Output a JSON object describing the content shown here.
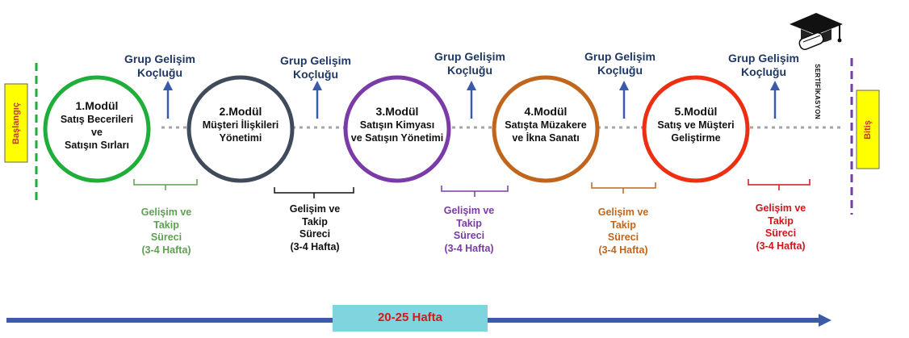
{
  "start_label": "Başlangıç",
  "end_label": "Bitiş",
  "certificate_label": "SERTİFİKASYON",
  "duration_label": "20-25 Hafta",
  "coaching_label_line1": "Grup Gelişim",
  "coaching_label_line2": "Koçluğu",
  "modules": [
    {
      "title": "1.Modül",
      "line1": "Satış Becerileri",
      "line2": "ve",
      "line3": "Satışın Sırları",
      "color": "#1fae3a"
    },
    {
      "title": "2.Modül",
      "line1": "Müşteri İlişkileri",
      "line2": "Yönetimi",
      "line3": "",
      "color": "#3f4a5a"
    },
    {
      "title": "3.Modül",
      "line1": "Satışın Kimyası",
      "line2": "ve Satışın Yönetimi",
      "line3": "",
      "color": "#7a3aa8"
    },
    {
      "title": "4.Modül",
      "line1": "Satışta Müzakere",
      "line2": "ve İkna Sanatı",
      "line3": "",
      "color": "#c2651c"
    },
    {
      "title": "5.Modül",
      "line1": "Satış ve Müşteri",
      "line2": "Geliştirme",
      "line3": "",
      "color": "#ee2e10"
    }
  ],
  "follow_up": [
    {
      "line1": "Gelişim ve",
      "line2": "Takip",
      "line3": "Süreci",
      "line4": "(3-4 Hafta)",
      "color": "#5fa052"
    },
    {
      "line1": "Gelişim ve",
      "line2": "Takip",
      "line3": "Süreci",
      "line4": "(3-4 Hafta)",
      "color": "#111111"
    },
    {
      "line1": "Gelişim ve",
      "line2": "Takip",
      "line3": "Süreci",
      "line4": "(3-4 Hafta)",
      "color": "#7a3aa8"
    },
    {
      "line1": "Gelişim ve",
      "line2": "Takip",
      "line3": "Süreci",
      "line4": "(3-4 Hafta)",
      "color": "#c2651c"
    },
    {
      "line1": "Gelişim ve",
      "line2": "Takip",
      "line3": "Süreci",
      "line4": "(3-4 Hafta)",
      "color": "#d4141c"
    }
  ],
  "colors": {
    "timeline_arrow": "#3b5aa8",
    "duration_box": "#7fd4de",
    "duration_text": "#d11a1a",
    "label_box": "#ffff00",
    "coaching_text": "#1f3864",
    "coaching_arrow": "#3b5aa8",
    "dotted_line": "#a6a6a6",
    "start_line": "#1fae3a",
    "end_line": "#7a3aa8"
  },
  "icons": [
    "graduation-cap-icon",
    "diploma-scroll-icon"
  ]
}
